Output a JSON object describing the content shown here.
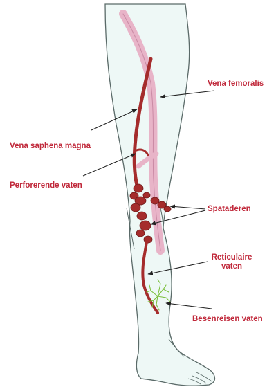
{
  "labels": {
    "vena_femoralis": "Vena femoralis",
    "vena_saphena_magna": "Vena saphena magna",
    "perforerende_vaten": "Perforerende vaten",
    "spataderen": "Spataderen",
    "reticulaire_line1": "Reticulaire",
    "reticulaire_line2": "vaten",
    "besenreisen_vaten": "Besenreisen vaten"
  },
  "colors": {
    "label_text": "#c0283a",
    "outline": "#5a6a68",
    "skin": "#eef8f6",
    "vein_dark": "#a52c2c",
    "femoral_vein": "#e8b4c8",
    "spider_veins": "#7cbf3c",
    "arrow": "#222222"
  }
}
